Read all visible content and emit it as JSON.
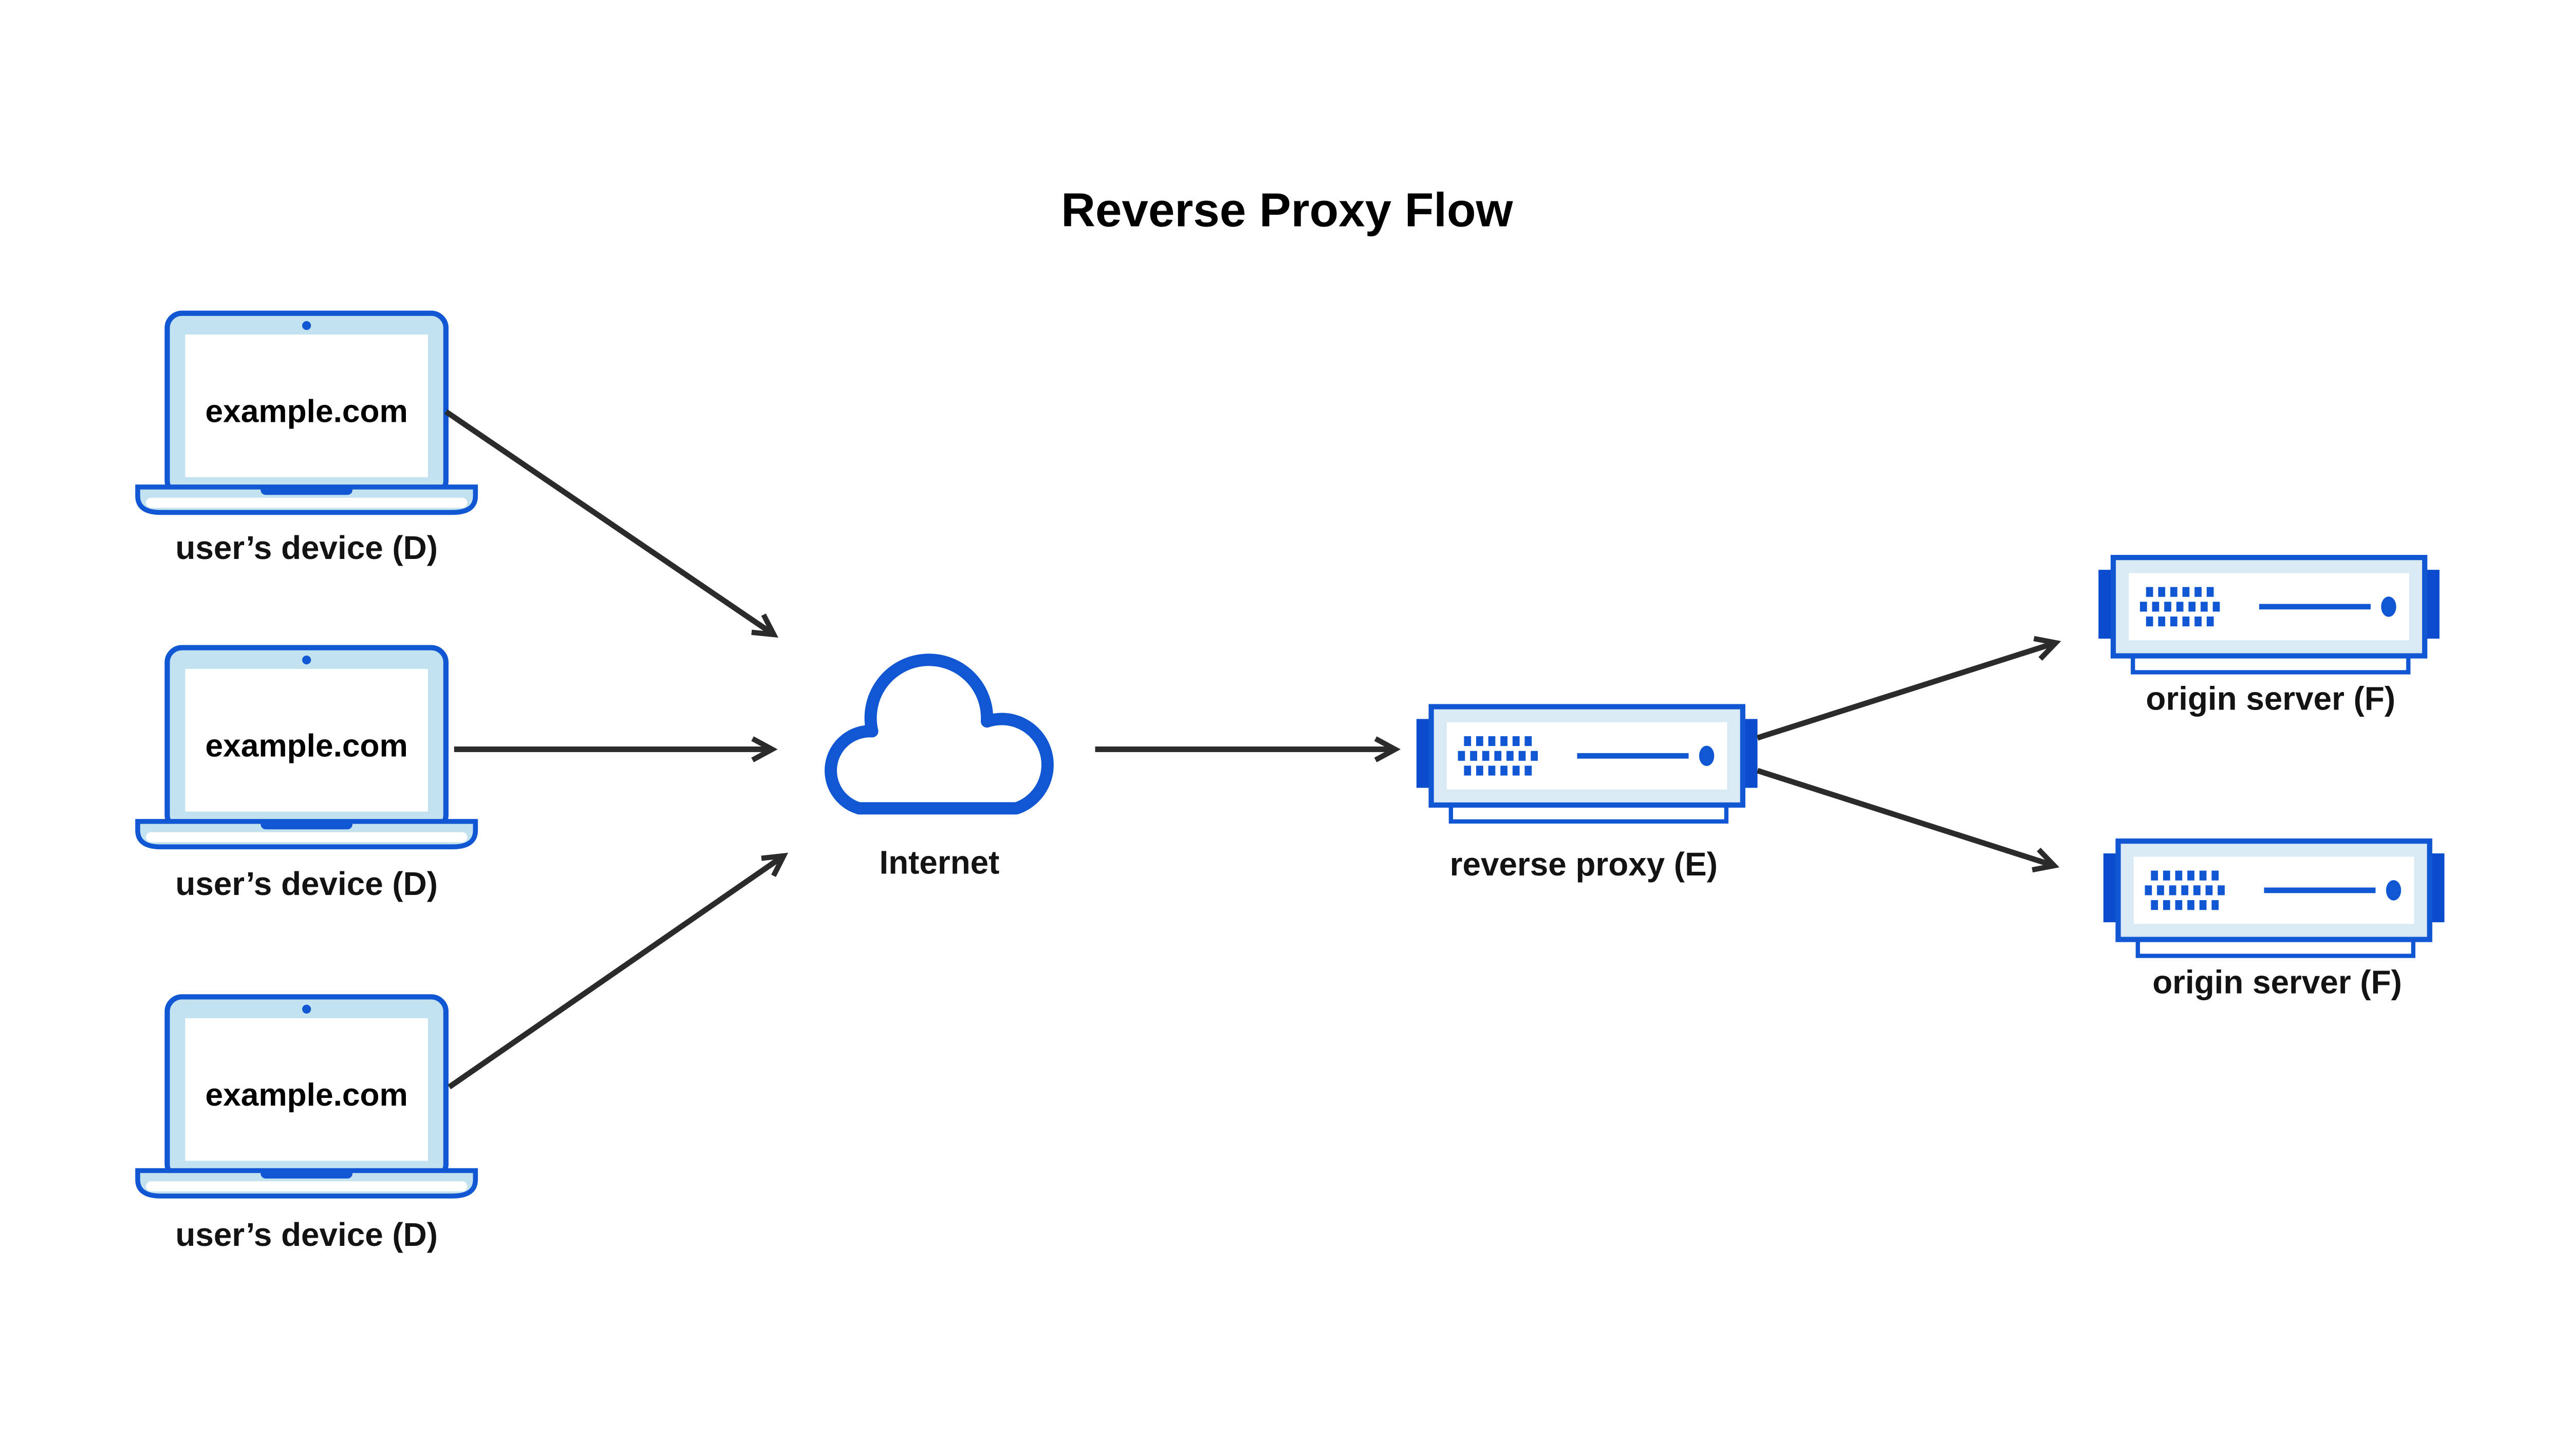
{
  "title": "Reverse Proxy Flow",
  "nodes": {
    "user_devices": [
      {
        "screen_text": "example.com",
        "label": "user’s device (D)"
      },
      {
        "screen_text": "example.com",
        "label": "user’s device (D)"
      },
      {
        "screen_text": "example.com",
        "label": "user’s device (D)"
      }
    ],
    "internet": {
      "label": "Internet"
    },
    "reverse_proxy": {
      "label": "reverse proxy (E)"
    },
    "origin_servers": [
      {
        "label": "origin server (F)"
      },
      {
        "label": "origin server (F)"
      }
    ]
  },
  "edges": [
    {
      "from": "user-device-1",
      "to": "internet"
    },
    {
      "from": "user-device-2",
      "to": "internet"
    },
    {
      "from": "internet",
      "to": "user-device-3-note",
      "note": "drawn from user-device-3 toward internet",
      "from_actual": "user-device-3",
      "to_actual": "internet"
    },
    {
      "from": "internet",
      "to": "reverse-proxy"
    },
    {
      "from": "reverse-proxy",
      "to": "origin-server-1"
    },
    {
      "from": "reverse-proxy",
      "to": "origin-server-2"
    }
  ],
  "icons": {
    "user_device": "laptop-icon",
    "internet": "cloud-icon",
    "reverse_proxy": "server-icon",
    "origin_server": "server-icon",
    "edge_end": "arrowhead-icon"
  },
  "colors": {
    "accent_blue": "#1156d3",
    "tab_blue": "#0a4ccd",
    "laptop_fill": "#c3e2f0",
    "server_fill": "#d9eaf4",
    "arrow_color": "#2b2b2b",
    "text_color": "#131313",
    "background": "#ffffff"
  }
}
